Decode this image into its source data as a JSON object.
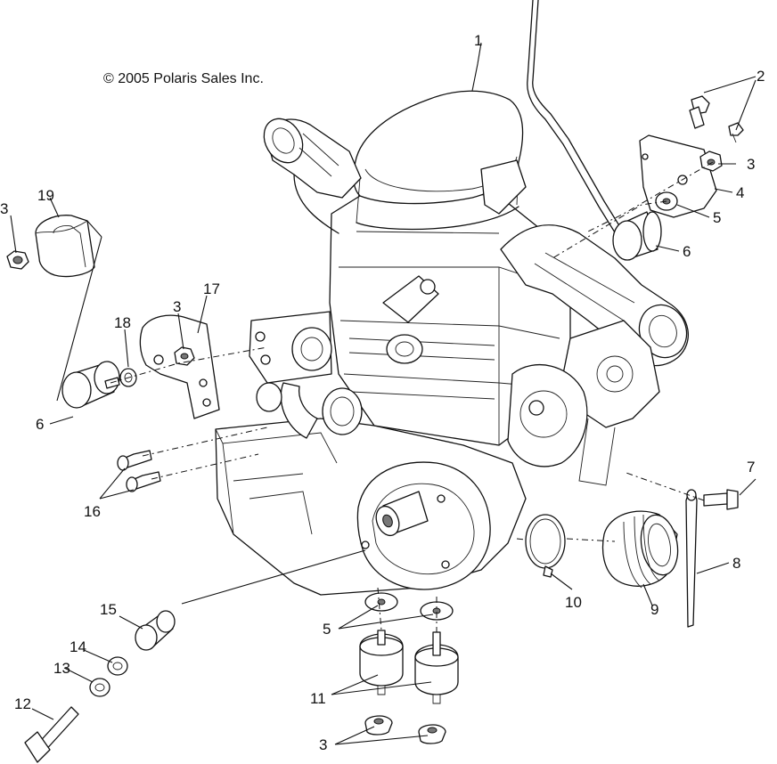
{
  "copyright": "© 2005 Polaris Sales Inc.",
  "callouts": [
    "1",
    "2",
    "3",
    "3",
    "3",
    "3",
    "4",
    "5",
    "5",
    "6",
    "6",
    "7",
    "8",
    "9",
    "10",
    "11",
    "12",
    "13",
    "14",
    "15",
    "16",
    "17",
    "18",
    "19"
  ]
}
